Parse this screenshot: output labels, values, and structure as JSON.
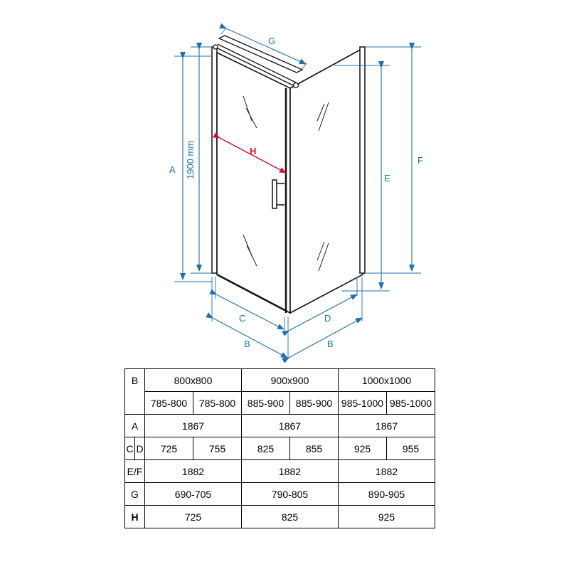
{
  "diagram": {
    "labels": {
      "G": "G",
      "A": "A",
      "height_mm": "1900 mm",
      "H": "H",
      "E": "E",
      "F": "F",
      "C": "C",
      "D": "D",
      "B_left": "B",
      "B_right": "B"
    },
    "colors": {
      "dimension": "#1d6fb0",
      "highlight": "#d2122e",
      "frame": "#111111"
    }
  },
  "table": {
    "row_B": {
      "label": "B",
      "groups": [
        "800x800",
        "900x900",
        "1000x1000"
      ]
    },
    "row_ranges": {
      "values": [
        "785-800",
        "785-800",
        "885-900",
        "885-900",
        "985-1000",
        "985-1000"
      ]
    },
    "row_A": {
      "label": "A",
      "values": [
        "1867",
        "1867",
        "1867"
      ]
    },
    "row_CD": {
      "label_c": "C",
      "label_d": "D",
      "values": [
        "725",
        "755",
        "825",
        "855",
        "925",
        "955"
      ]
    },
    "row_EF": {
      "label": "E/F",
      "values": [
        "1882",
        "1882",
        "1882"
      ]
    },
    "row_G": {
      "label": "G",
      "values": [
        "690-705",
        "790-805",
        "890-905"
      ]
    },
    "row_H": {
      "label": "H",
      "values": [
        "725",
        "825",
        "925"
      ]
    }
  }
}
